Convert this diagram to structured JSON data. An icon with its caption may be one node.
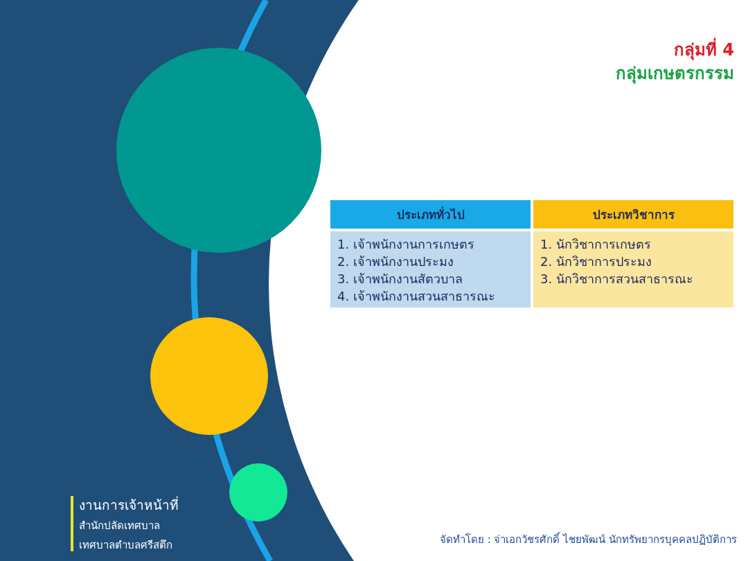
{
  "diagram": {
    "title": "กลุ่มที่ 4",
    "labels": [
      "กลุ่มเกษตรกรรม",
      "ประเภททั่วไป",
      "ประเภทวิชาการ",
      "1. เจ้าพนักงานการเกษตร",
      "2. เจ้าพนักงานประมง",
      "3. เจ้าพนักงานสัตวบาล",
      "4. เจ้าพนักงานสวนสาธารณะ",
      "1. นักวิชาการเกษตร",
      "2. นักวิชาการประมง",
      "3. นักวิชาการสวนสาธารณะ",
      "งานการเจ้าหน้าที่",
      "สำนักปลัดเทศบาล",
      "เทศบาลตำบลศรีสตึก",
      "จัดทำโดย : จ่าเอกวัชรศักดิ์  ไชยพัฒน์ นักทรัพยากรบุคคลปฏิบัติการ"
    ]
  }
}
